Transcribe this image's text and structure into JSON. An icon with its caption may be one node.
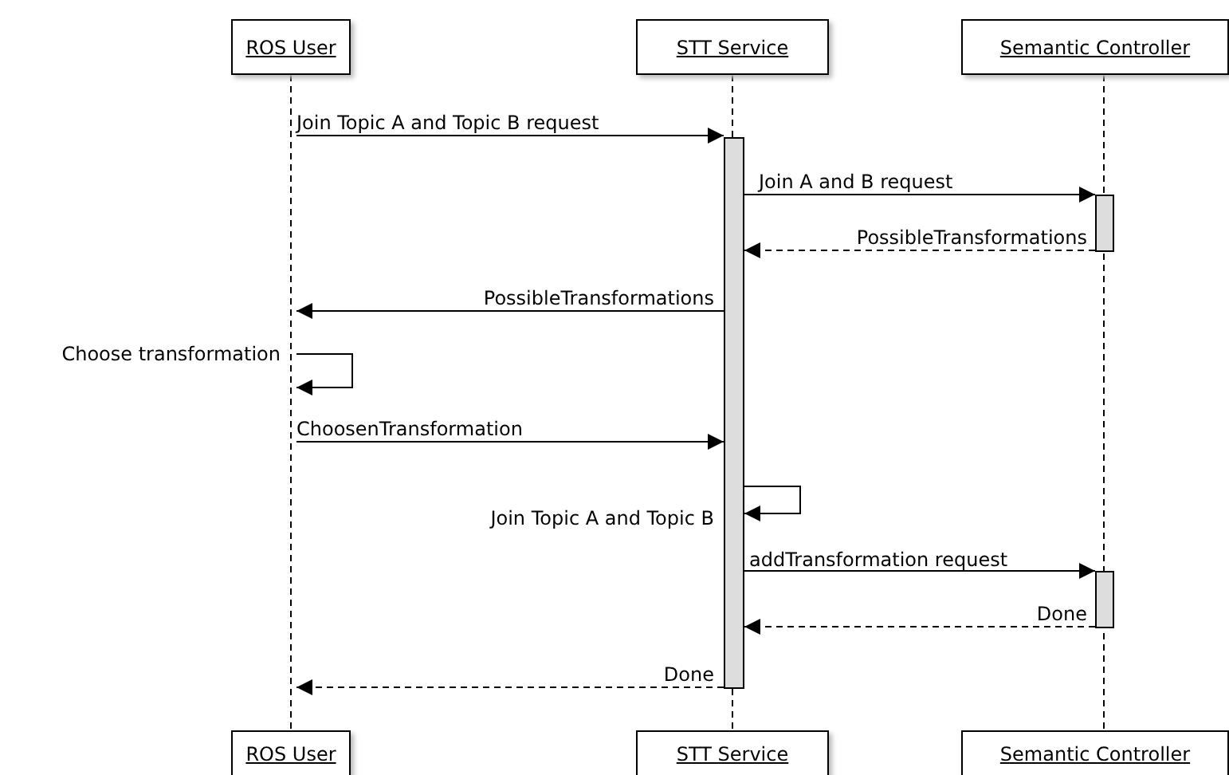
{
  "diagram": {
    "nodes": [
      {
        "text": [
          "ROS User"
        ]
      },
      {
        "text": [
          "STT Service"
        ]
      },
      {
        "text": [
          "Semantic Controller"
        ]
      },
      {
        "text": [
          "ROS User"
        ]
      },
      {
        "text": [
          "STT Service"
        ]
      },
      {
        "text": [
          "Semantic Controller"
        ]
      },
      {
        "text": [],
        "shape": "bar"
      },
      {
        "text": [],
        "shape": "bar"
      },
      {
        "text": [],
        "shape": "bar"
      },
      {
        "text": [],
        "shape": "line"
      },
      {
        "text": [],
        "shape": "line"
      },
      {
        "text": [],
        "shape": "line"
      },
      {
        "text": [],
        "shape": "line"
      }
    ],
    "edges": [
      {
        "from": 9,
        "to": 6,
        "arrow": "to",
        "label": "Join Topic A and Topic B request"
      },
      {
        "from": 6,
        "to": 7,
        "arrow": "to",
        "label": "Join A and B request"
      },
      {
        "from": 7,
        "to": 6,
        "arrow": "to",
        "label": "PossibleTransformations",
        "style": "dashed"
      },
      {
        "from": 6,
        "to": 9,
        "arrow": "to",
        "label": "PossibleTransformations"
      },
      {
        "from": 9,
        "to": 9,
        "arrow": "to",
        "label": "Choose transformation"
      },
      {
        "from": 9,
        "to": 6,
        "arrow": "to",
        "label": "ChoosenTransformation"
      },
      {
        "from": 6,
        "to": 6,
        "arrow": "to",
        "label": "Join Topic A and Topic B"
      },
      {
        "from": 6,
        "to": 8,
        "arrow": "to",
        "label": "addTransformation request"
      },
      {
        "from": 8,
        "to": 6,
        "arrow": "to",
        "label": "Done",
        "style": "dashed"
      },
      {
        "from": 6,
        "to": 9,
        "arrow": "to",
        "label": "Done",
        "style": "dashed"
      }
    ]
  }
}
